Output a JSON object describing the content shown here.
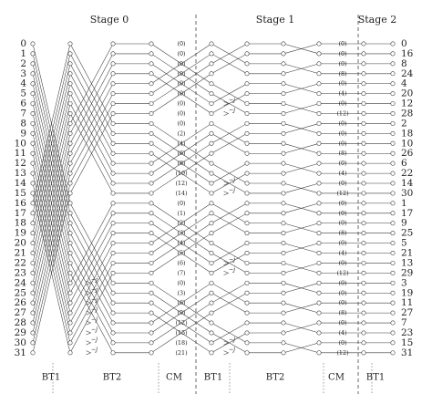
{
  "stage_labels": [
    "Stage 0",
    "Stage 1",
    "Stage 2"
  ],
  "block_labels": [
    "BT1",
    "BT2",
    "CM",
    "BT1",
    "BT2",
    "CM",
    "BT1"
  ],
  "input_indices": [
    "0",
    "1",
    "2",
    "3",
    "4",
    "5",
    "6",
    "7",
    "8",
    "9",
    "10",
    "11",
    "12",
    "13",
    "14",
    "15",
    "16",
    "17",
    "18",
    "19",
    "20",
    "21",
    "22",
    "23",
    "24",
    "25",
    "26",
    "27",
    "28",
    "29",
    "30",
    "31"
  ],
  "output_indices": [
    "0",
    "16",
    "8",
    "24",
    "4",
    "20",
    "12",
    "28",
    "2",
    "18",
    "10",
    "26",
    "6",
    "22",
    "14",
    "30",
    "1",
    "17",
    "9",
    "25",
    "5",
    "21",
    "13",
    "29",
    "3",
    "19",
    "11",
    "27",
    "7",
    "23",
    "15",
    "31"
  ],
  "cm_stage0_constants": [
    "(0)",
    "(0)",
    "(0)",
    "(0)",
    "(0)",
    "(0)",
    "(0)",
    "(0)",
    "(0)",
    "(2)",
    "(4)",
    "(6)",
    "(8)",
    "(10)",
    "(12)",
    "(14)",
    "(0)",
    "(1)",
    "(2)",
    "(3)",
    "(4)",
    "(5)",
    "(6)",
    "(7)",
    "(0)",
    "(3)",
    "(6)",
    "(9)",
    "(12)",
    "(15)",
    "(18)",
    "(21)"
  ],
  "cm_stage1_constants": [
    "(0)",
    "(0)",
    "(0)",
    "(8)",
    "(0)",
    "(4)",
    "(0)",
    "(12)",
    "(0)",
    "(0)",
    "(0)",
    "(8)",
    "(0)",
    "(4)",
    "(0)",
    "(12)",
    "(0)",
    "(0)",
    "(0)",
    "(8)",
    "(0)",
    "(4)",
    "(0)",
    "(12)",
    "(0)",
    "(0)",
    "(0)",
    "(8)",
    "(0)",
    "(4)",
    "(0)",
    "(12)"
  ],
  "twiddle_label": "−j",
  "colors": {
    "line": "#3a3a3a",
    "text": "#222222",
    "node_fill": "#ffffff"
  }
}
